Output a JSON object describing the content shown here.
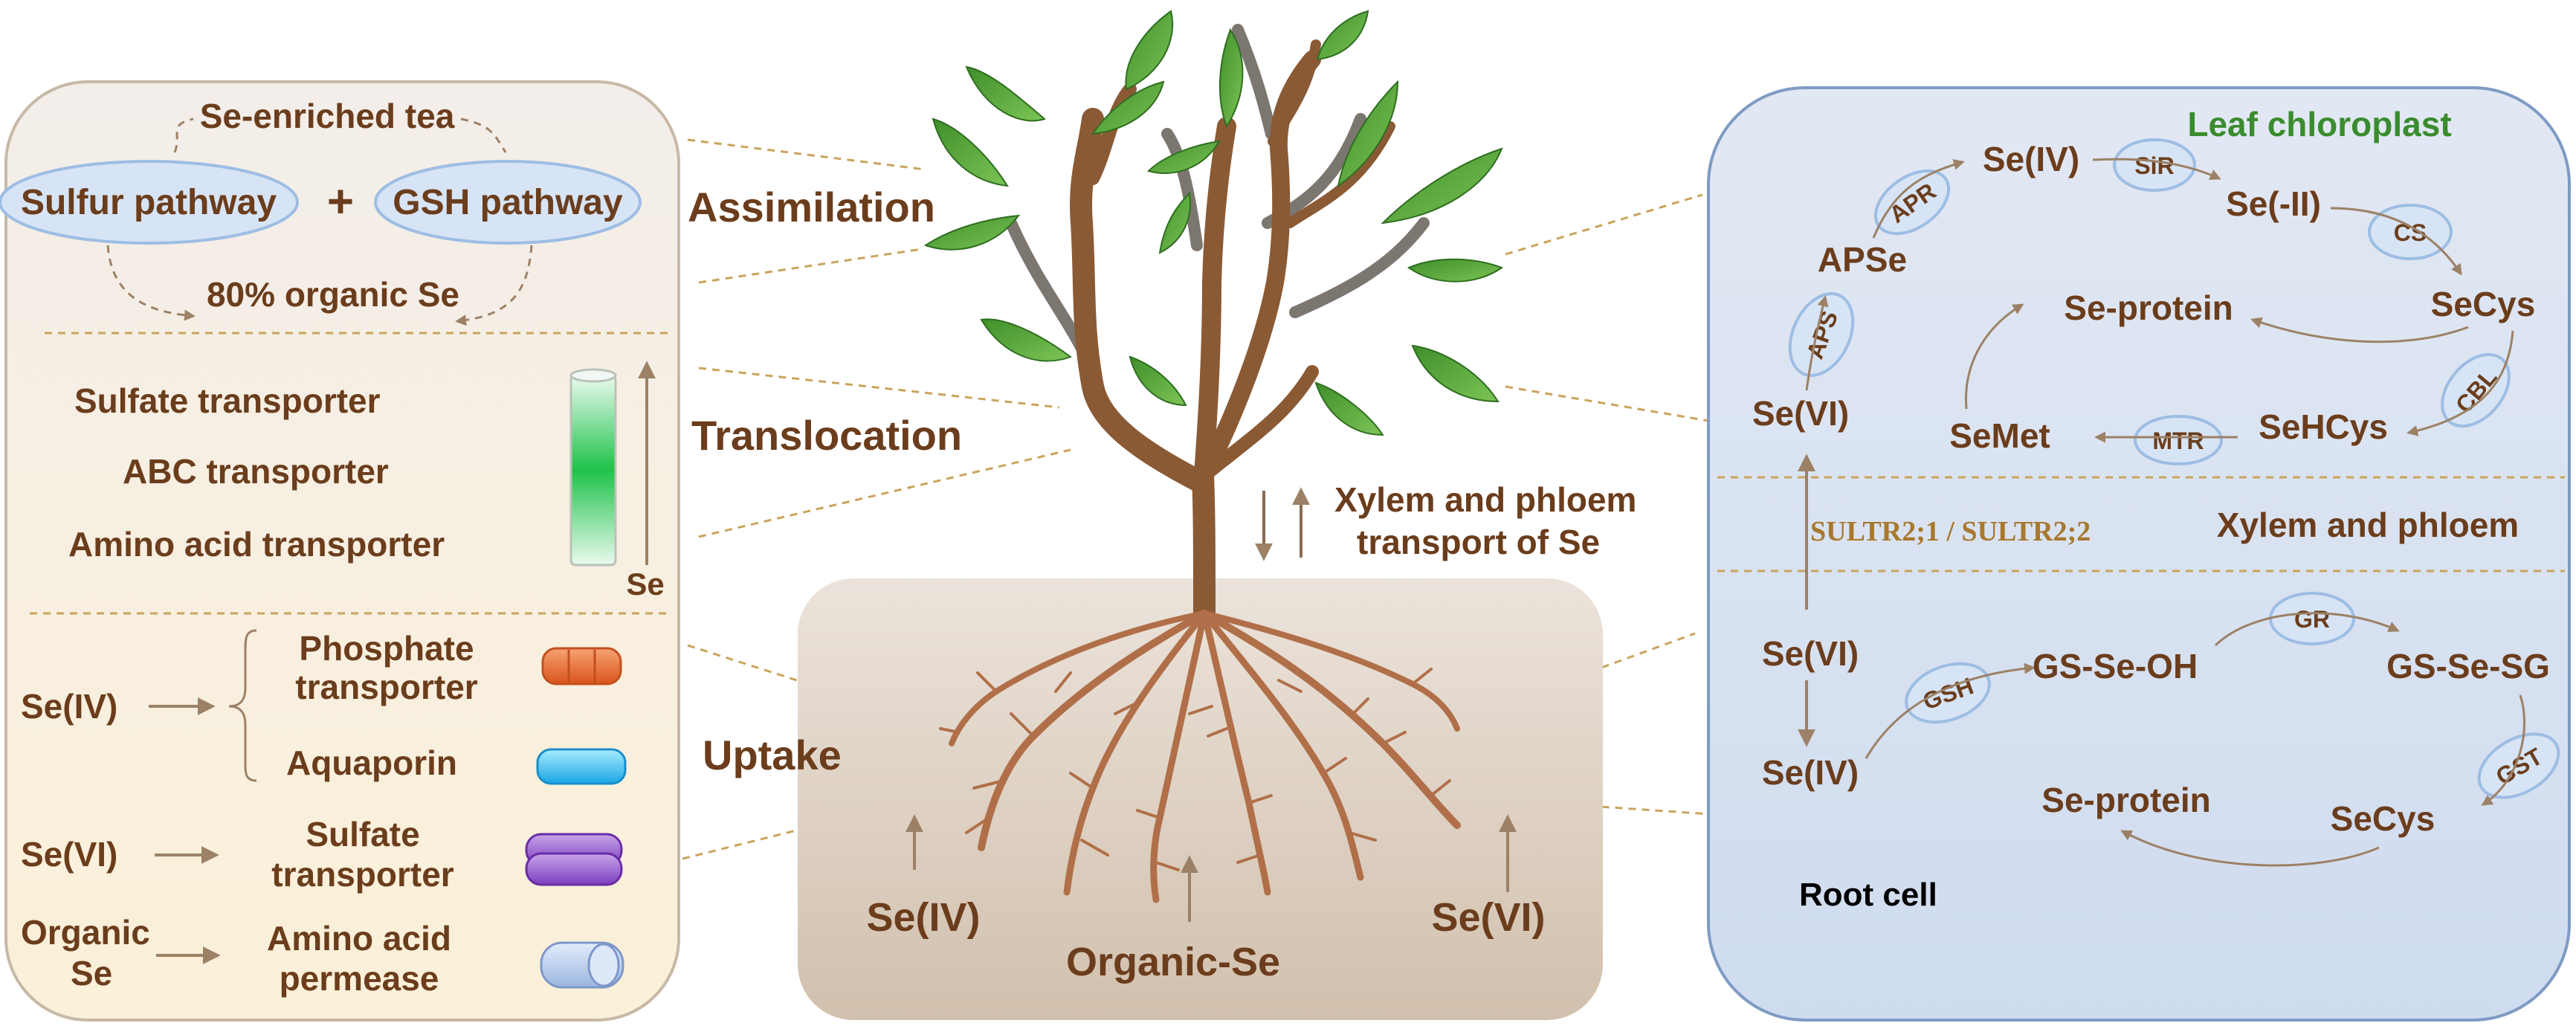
{
  "left_panel": {
    "assimilation": {
      "top_label": "Se-enriched tea",
      "sulfur_pathway": "Sulfur pathway",
      "plus": "+",
      "gsh_pathway": "GSH pathway",
      "bottom_label": "80% organic Se"
    },
    "translocation": {
      "items": [
        "Sulfate  transporter",
        "ABC transporter",
        "Amino acid transporter"
      ],
      "se_label": "Se"
    },
    "uptake": {
      "se4": "Se(IV)",
      "phosphate_transporter": [
        "Phosphate",
        "transporter"
      ],
      "aquaporin": "Aquaporin",
      "se6": "Se(VI)",
      "sulfate_transporter": [
        "Sulfate",
        "transporter"
      ],
      "organic_se": [
        "Organic",
        "Se"
      ],
      "amino_acid_permease": [
        "Amino acid",
        "permease"
      ]
    }
  },
  "center": {
    "assimilation": "Assimilation",
    "translocation": "Translocation",
    "uptake": "Uptake",
    "transport": [
      "Xylem and phloem",
      "transport of Se"
    ],
    "soil_se4": "Se(IV)",
    "soil_organic": "Organic-Se",
    "soil_se6": "Se(VI)"
  },
  "right_panel": {
    "leaf_title": "Leaf chloroplast",
    "leaf": {
      "se6": "Se(VI)",
      "aps_enzyme": "APS",
      "apse": "APSe",
      "apr_enzyme": "APR",
      "se4": "Se(IV)",
      "sir_enzyme": "SiR",
      "se_minus2": "Se(-II)",
      "cs_enzyme": "CS",
      "secys": "SeCys",
      "se_protein": "Se-protein",
      "cbl_enzyme": "CBL",
      "sehcys": "SeHCys",
      "mtr_enzyme": "MTR",
      "semet": "SeMet"
    },
    "transporter": "SULTR2;1 / SULTR2;2",
    "xylem": "Xylem and phloem",
    "root": {
      "se6": "Se(VI)",
      "se4": "Se(IV)",
      "gsh_enzyme": "GSH",
      "gs_se_oh": "GS-Se-OH",
      "gr_enzyme": "GR",
      "gs_se_sg": "GS-Se-SG",
      "gst_enzyme": "GST",
      "secys": "SeCys",
      "se_protein": "Se-protein"
    },
    "root_title": "Root cell"
  },
  "colors": {
    "text": "#6b3d1c",
    "arrow": "#9c8166",
    "ellipse_fill": "#d6e4f5",
    "ellipse_stroke": "#9dbde3",
    "leaf_title": "#3a8c2e",
    "transporter_text": "#a8782b",
    "right_panel_fill": "#d9e2f0",
    "left_panel_fill": "#f6efe2",
    "soil_fill": "#dccdbd",
    "branch": "#8a5a35",
    "leaf": "#5aa53d",
    "root": "#b06f48"
  }
}
